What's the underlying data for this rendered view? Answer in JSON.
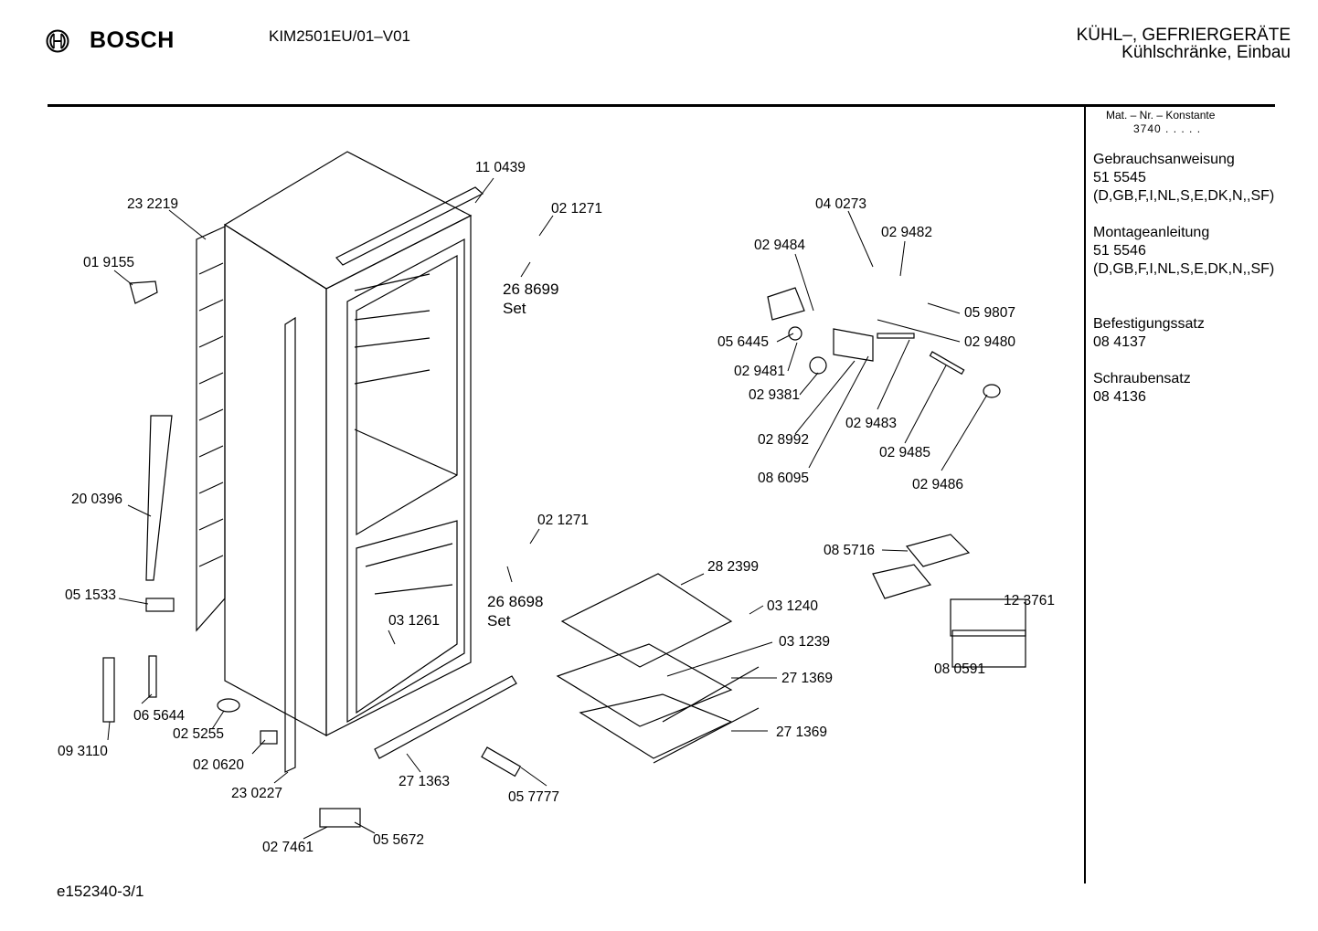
{
  "header": {
    "brand": "BOSCH",
    "model": "KIM2501EU/01–V01",
    "category_line1": "KÜHL–, GEFRIERGERÄTE",
    "category_line2": "Kühlschränke, Einbau"
  },
  "sidebar": {
    "mat_label": "Mat. – Nr. – Konstante",
    "mat_value": "3740 .  .  .  .  .",
    "gebrauch_title": "Gebrauchsanweisung",
    "gebrauch_nr": "51 5545",
    "gebrauch_langs": "(D,GB,F,I,NL,S,E,DK,N,,SF)",
    "montage_title": "Montageanleitung",
    "montage_nr": "51 5546",
    "montage_langs": "(D,GB,F,I,NL,S,E,DK,N,,SF)",
    "befestigung_title": "Befestigungssatz",
    "befestigung_nr": "08 4137",
    "schrauben_title": "Schraubensatz",
    "schrauben_nr": "08 4136"
  },
  "parts": {
    "p110439": "11 0439",
    "p232219": "23 2219",
    "p021271a": "02 1271",
    "p268699": "26 8699",
    "set_a": "Set",
    "p019155": "01 9155",
    "p040273": "04 0273",
    "p029484": "02 9484",
    "p029482": "02 9482",
    "p059807": "05 9807",
    "p056445": "05 6445",
    "p029480": "02 9480",
    "p029481": "02 9481",
    "p029381": "02 9381",
    "p029483": "02 9483",
    "p028992": "02 8992",
    "p029485": "02 9485",
    "p086095": "08 6095",
    "p029486": "02 9486",
    "p200396": "20 0396",
    "p021271b": "02 1271",
    "p085716": "08 5716",
    "p282399": "28 2399",
    "p268698": "26 8698",
    "set_b": "Set",
    "p123761": "12 3761",
    "p051533": "05 1533",
    "p031240": "03 1240",
    "p031261": "03 1261",
    "p031239": "03 1239",
    "p080591": "08 0591",
    "p271369a": "27 1369",
    "p065644": "06 5644",
    "p025255": "02 5255",
    "p271369b": "27 1369",
    "p093110": "09 3110",
    "p020620": "02 0620",
    "p271363": "27 1363",
    "p230227": "23 0227",
    "p057777": "05 7777",
    "p055672": "05 5672",
    "p027461": "02 7461"
  },
  "footer": {
    "code": "e152340-3/1"
  }
}
